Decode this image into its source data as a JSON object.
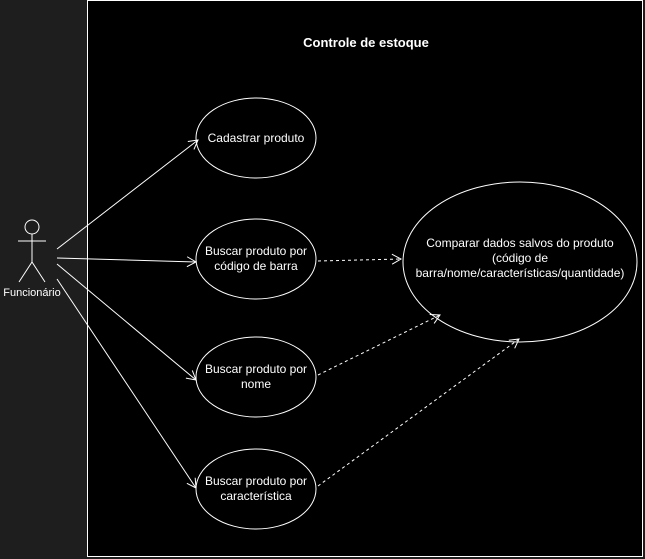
{
  "system": {
    "title": "Controle de estoque"
  },
  "actor": {
    "label": "Funcionário",
    "icon": "stick-figure"
  },
  "use_cases": [
    {
      "id": "uc1",
      "label": "Cadastrar produto"
    },
    {
      "id": "uc2",
      "label": "Buscar produto por\ncódigo de barra"
    },
    {
      "id": "uc3",
      "label": "Buscar produto por\nnome"
    },
    {
      "id": "uc4",
      "label": "Buscar produto por\ncaracterística"
    },
    {
      "id": "uc5",
      "label": "Comparar dados salvos do produto\n(código de\nbarra/nome/características/quantidade)"
    }
  ],
  "associations": [
    {
      "from": "actor",
      "to": "uc1",
      "style": "solid"
    },
    {
      "from": "actor",
      "to": "uc2",
      "style": "solid"
    },
    {
      "from": "actor",
      "to": "uc3",
      "style": "solid"
    },
    {
      "from": "actor",
      "to": "uc4",
      "style": "solid"
    },
    {
      "from": "uc2",
      "to": "uc5",
      "style": "dashed"
    },
    {
      "from": "uc3",
      "to": "uc5",
      "style": "dashed"
    },
    {
      "from": "uc4",
      "to": "uc5",
      "style": "dashed"
    }
  ],
  "colors": {
    "background": "#1e1e1e",
    "system_fill": "#000000",
    "stroke": "#ffffff",
    "text": "#ffffff"
  }
}
